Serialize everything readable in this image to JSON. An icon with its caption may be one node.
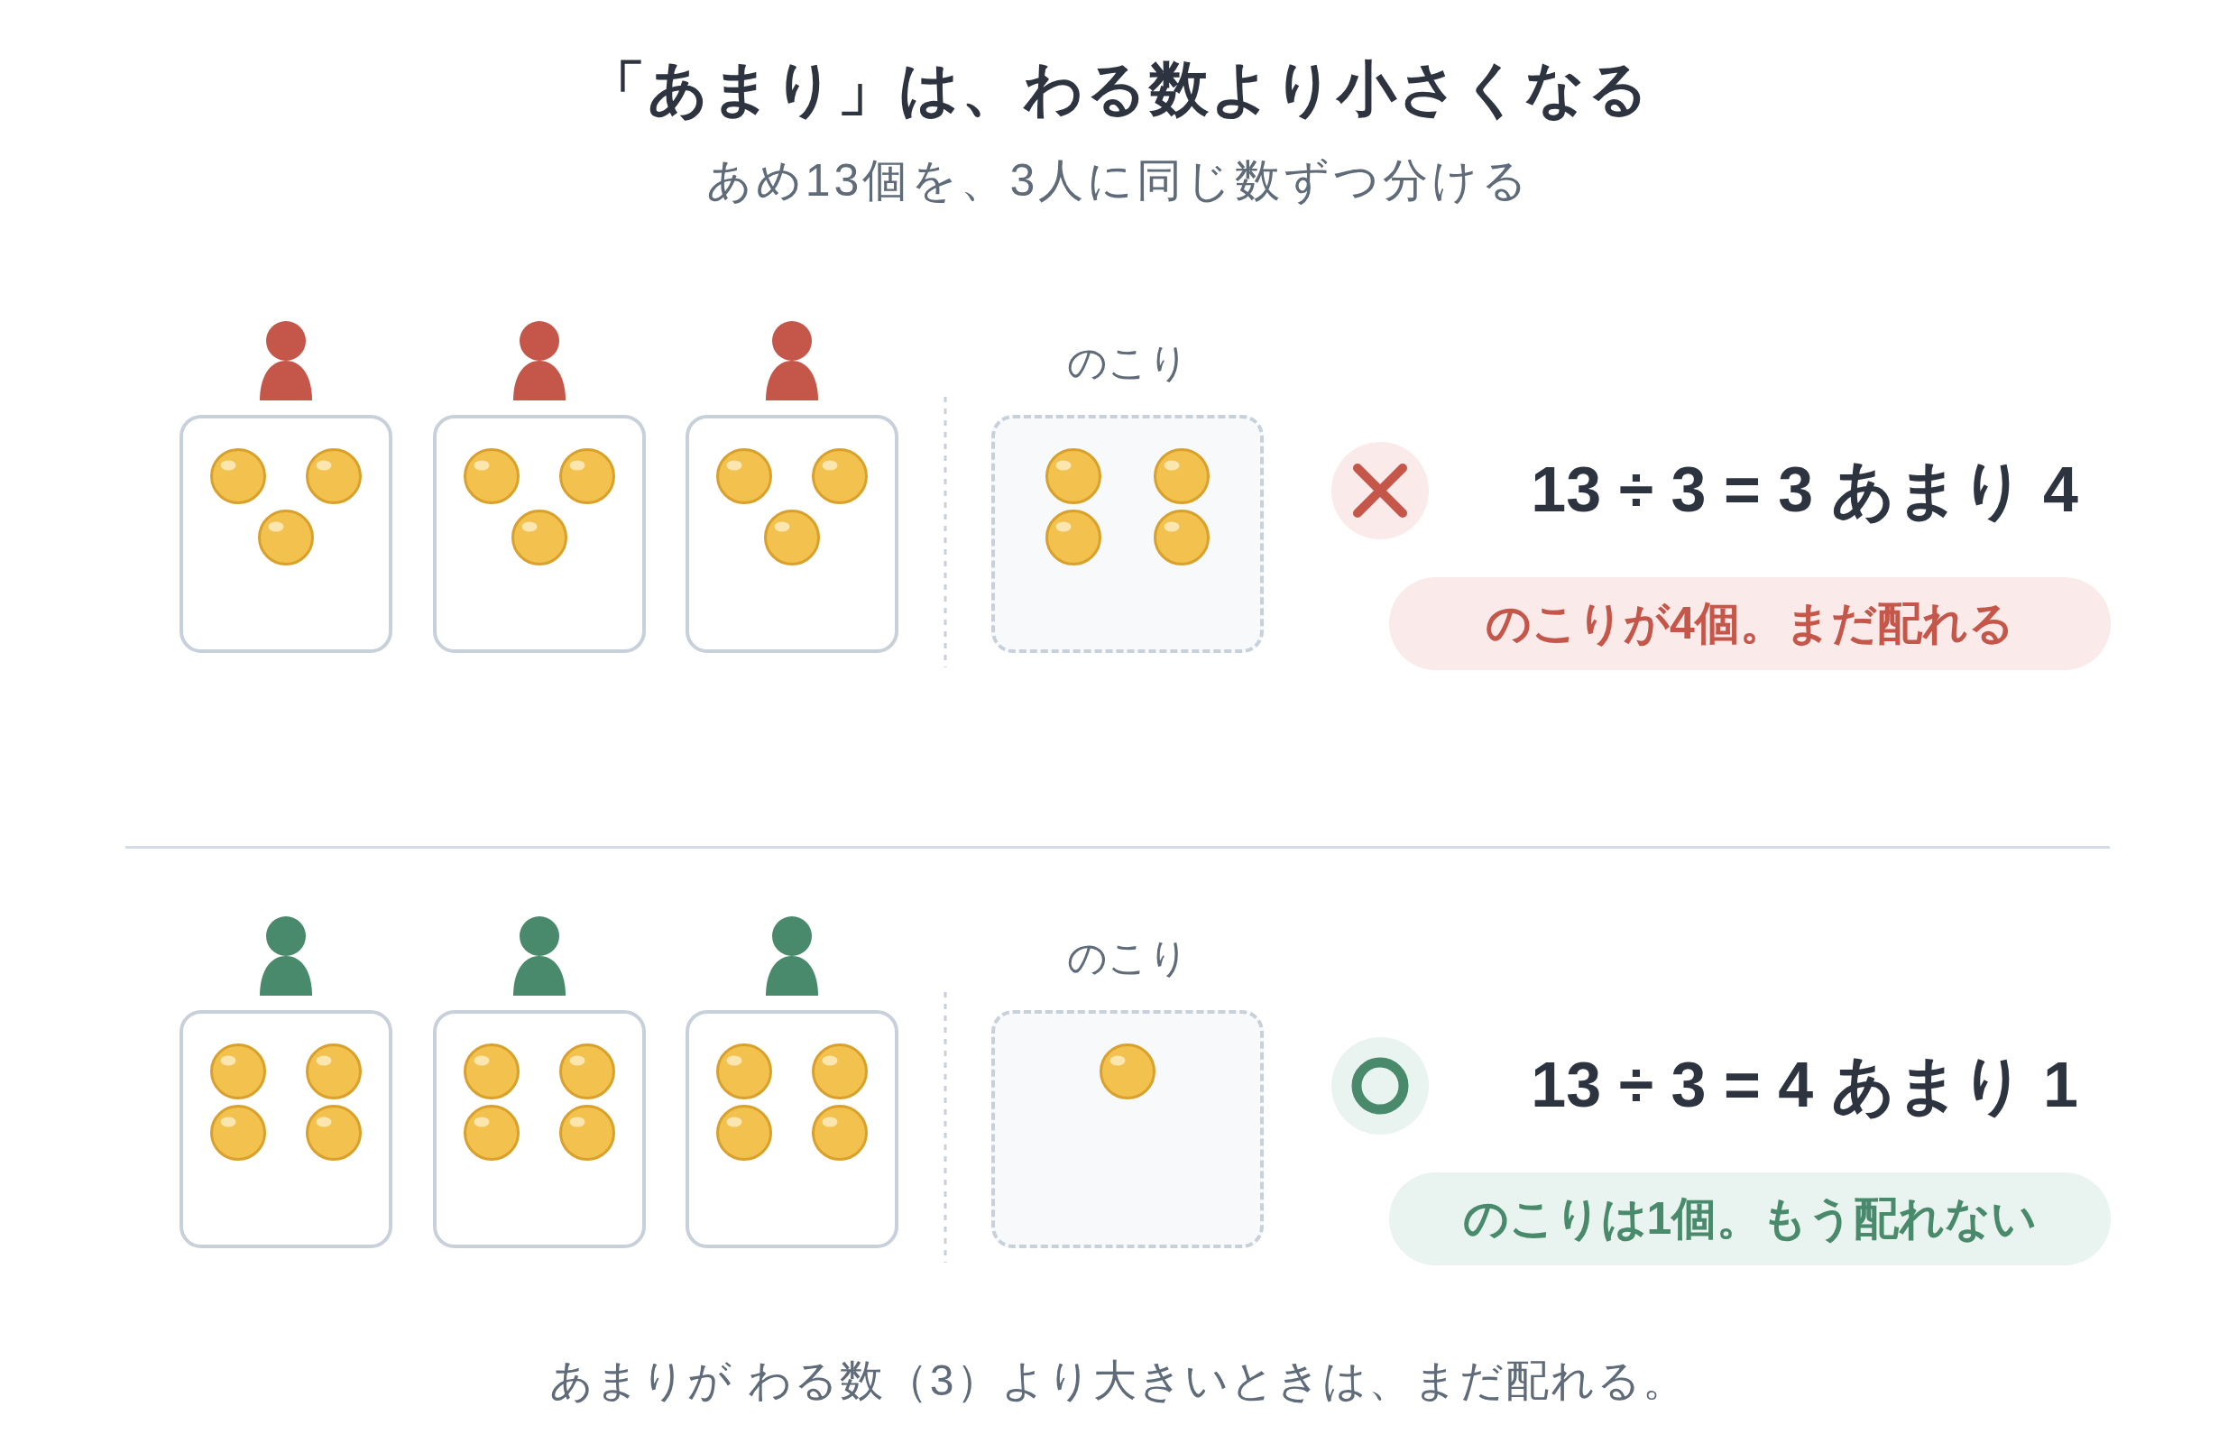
{
  "diagram": {
    "title": "「あまり」は、わる数より小さくなる",
    "caption": "あまりが わる数（3）より大きいときは、まだ配れる。",
    "nodes": [
      {
        "text": [],
        "shape": "person"
      },
      {
        "text": [],
        "shape": "box"
      },
      {
        "text": [],
        "shape": "circle",
        "in": 1
      },
      {
        "text": [],
        "shape": "circle",
        "in": 1
      },
      {
        "text": [],
        "shape": "circle",
        "in": 1
      },
      {
        "text": [],
        "shape": "person"
      },
      {
        "text": [],
        "shape": "box"
      },
      {
        "text": [],
        "shape": "circle",
        "in": 6
      },
      {
        "text": [],
        "shape": "circle",
        "in": 6
      },
      {
        "text": [],
        "shape": "circle",
        "in": 6
      },
      {
        "text": [],
        "shape": "person"
      },
      {
        "text": [],
        "shape": "box"
      },
      {
        "text": [],
        "shape": "circle",
        "in": 11
      },
      {
        "text": [],
        "shape": "circle",
        "in": 11
      },
      {
        "text": [],
        "shape": "circle",
        "in": 11
      },
      {
        "text": [
          "のこり"
        ]
      },
      {
        "text": [],
        "shape": "circle",
        "in": 15
      },
      {
        "text": [],
        "shape": "circle",
        "in": 15
      },
      {
        "text": [],
        "shape": "circle",
        "in": 15
      },
      {
        "text": [],
        "shape": "circle",
        "in": 15
      },
      {
        "text": [
          "のこりが4個。まだ配れる"
        ]
      },
      {
        "text": [],
        "shape": "person"
      },
      {
        "text": [],
        "shape": "box"
      },
      {
        "text": [],
        "shape": "circle",
        "in": 22
      },
      {
        "text": [],
        "shape": "circle",
        "in": 22
      },
      {
        "text": [],
        "shape": "circle",
        "in": 22
      },
      {
        "text": [],
        "shape": "circle",
        "in": 22
      },
      {
        "text": [],
        "shape": "person"
      },
      {
        "text": [],
        "shape": "box"
      },
      {
        "text": [],
        "shape": "circle",
        "in": 28
      },
      {
        "text": [],
        "shape": "circle",
        "in": 28
      },
      {
        "text": [],
        "shape": "circle",
        "in": 28
      },
      {
        "text": [],
        "shape": "circle",
        "in": 28
      },
      {
        "text": [],
        "shape": "person"
      },
      {
        "text": [],
        "shape": "box"
      },
      {
        "text": [],
        "shape": "circle",
        "in": 34
      },
      {
        "text": [],
        "shape": "circle",
        "in": 34
      },
      {
        "text": [],
        "shape": "circle",
        "in": 34
      },
      {
        "text": [],
        "shape": "circle",
        "in": 34
      },
      {
        "text": [
          "のこり"
        ]
      },
      {
        "text": [],
        "shape": "circle",
        "in": 39
      },
      {
        "text": [
          "のこりは1個。もう配れない"
        ]
      }
    ],
    "labels": [
      "あめ13個を、3人に同じ数ずつ分ける",
      "13 ÷ 3 = 3 あまり 4",
      "13 ÷ 3 = 4 あまり 1"
    ]
  }
}
